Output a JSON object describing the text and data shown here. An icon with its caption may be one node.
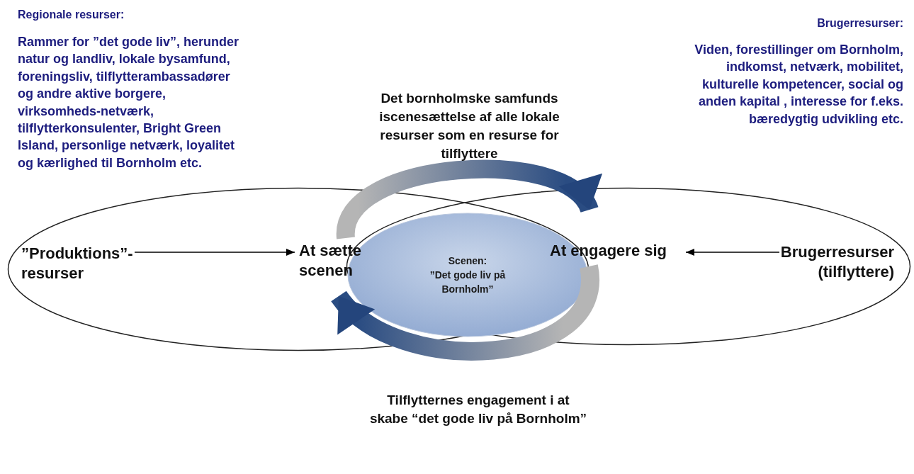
{
  "diagram": {
    "nodes": [
      {
        "text": [],
        "shape": "ellipse"
      },
      {
        "text": [],
        "shape": "ellipse"
      },
      {
        "text": [
          "Scenen:",
          "”Det gode liv på Bornholm”"
        ]
      },
      {
        "text": [
          "”Produktions”-resurser"
        ],
        "in": 0
      },
      {
        "text": [
          "At sætte scenen"
        ],
        "in": 0
      },
      {
        "text": [
          "At engagere sig"
        ],
        "in": 1
      },
      {
        "text": [
          "Brugerresurser (tilflyttere)"
        ],
        "in": 1
      }
    ],
    "edges": [
      {
        "from": 3,
        "to": 4,
        "arrow": "to"
      },
      {
        "from": 6,
        "to": 5,
        "arrow": "to"
      },
      {
        "from": 4,
        "to": 5,
        "arrow": "to",
        "style": "thick",
        "label": "Det bornholmske samfunds iscenesættelse af alle lokale resurser som en resurse for tilflyttere"
      },
      {
        "from": 5,
        "to": 4,
        "arrow": "to",
        "style": "thick",
        "label": "Tilflytternes engagement i at skabe “det gode liv på Bornholm”"
      }
    ],
    "labels": [
      "Regionale resurser:",
      "Rammer for ”det gode liv”, herunder natur og landliv, lokale bysamfund, foreningsliv, tilflytterambassadører og andre aktive borgere, virksomheds-netværk, tilflytterkonsulenter, Bright Green Island, personlige netværk, loyalitet og kærlighed til Bornholm etc.",
      "Brugerresurser:",
      "Viden, forestillinger om Bornholm, indkomst, netværk, mobilitet, kulturelle kompetencer, social og anden kapital , interesse for f.eks. bæredygtig udvikling etc."
    ]
  }
}
